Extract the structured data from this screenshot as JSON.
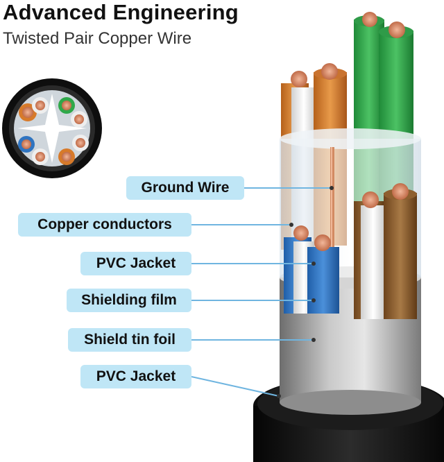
{
  "header": {
    "title": "Advanced Engineering",
    "subtitle": "Twisted Pair Copper Wire"
  },
  "labels": [
    "Ground Wire",
    "Copper conductors",
    "PVC Jacket",
    "Shielding film",
    "Shield tin foil",
    "PVC Jacket"
  ],
  "colors": {
    "label_bg": "#bfe6f6",
    "pair_green": "#2fa84a",
    "pair_orange": "#d77a2a",
    "pair_blue": "#2f74c0",
    "pair_brown": "#8a5a2b",
    "copper": "#d9886a",
    "jacket": "#111111",
    "foil": "#9a9a9a"
  }
}
